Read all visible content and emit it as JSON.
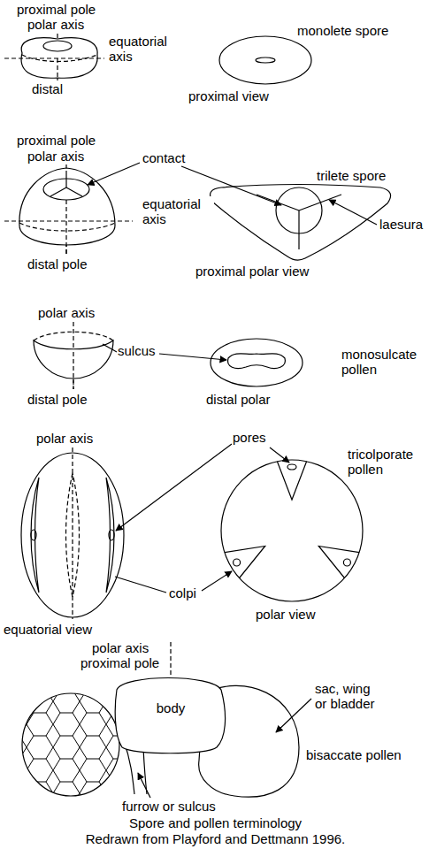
{
  "diagram": {
    "caption": "Spore and pollen terminology",
    "nodes": [
      {
        "text": [
          "body"
        ]
      }
    ],
    "labels": [
      "proximal pole",
      "polar axis",
      "equatorial axis",
      "distal",
      "monolete spore",
      "proximal view",
      "proximal pole",
      "polar axis",
      "contact",
      "equatorial axis",
      "trilete spore",
      "laesura",
      "distal pole",
      "proximal polar view",
      "polar axis",
      "sulcus",
      "monosulcate pollen",
      "distal pole",
      "distal polar",
      "polar axis",
      "pores",
      "tricolporate pollen",
      "colpi",
      "equatorial view",
      "polar view",
      "polar axis",
      "proximal pole",
      "sac, wing or bladder",
      "bisaccate pollen",
      "furrow or sulcus",
      "Redrawn from Playford and Dettmann 1996."
    ]
  }
}
